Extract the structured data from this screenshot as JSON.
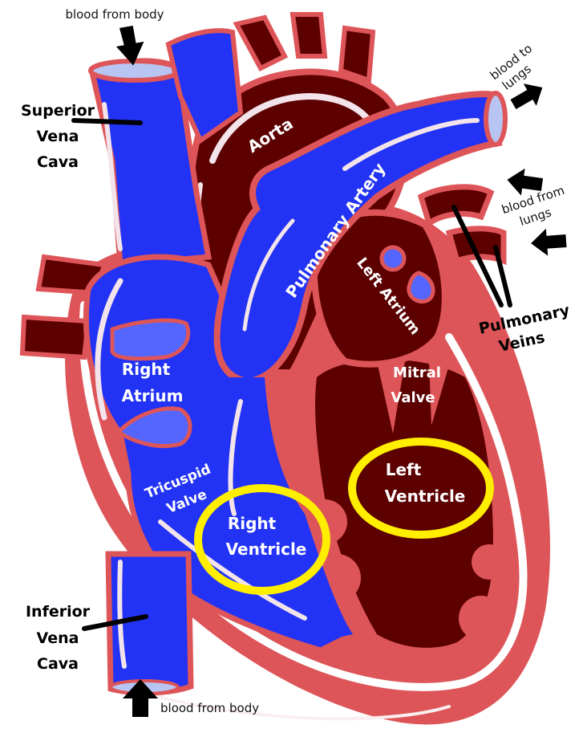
{
  "title": "Heart anatomy diagram",
  "colors": {
    "deoxygenated": "#2233f5",
    "oxygenated": "#5c0000",
    "muscle": "#dd5558",
    "highlight": "#f2e4ea",
    "valve_fill": "#5566ff",
    "vessel_opening": "#b8c4f2",
    "circle": "#ffee00",
    "arrow": "#000000"
  },
  "external_labels": {
    "superior_vena_cava": [
      "Superior",
      "Vena",
      "Cava"
    ],
    "inferior_vena_cava": [
      "Inferior",
      "Vena",
      "Cava"
    ],
    "pulmonary_veins": [
      "Pulmonary",
      "Veins"
    ]
  },
  "internal_labels": {
    "aorta": "Aorta",
    "pulmonary_artery": "Pulmonary Artery",
    "left_atrium": "Left Atrium",
    "right_atrium": [
      "Right",
      "Atrium"
    ],
    "mitral_valve": [
      "Mitral",
      "Valve"
    ],
    "tricuspid_valve": [
      "Tricuspid",
      "Valve"
    ],
    "right_ventricle": [
      "Right",
      "Ventricle"
    ],
    "left_ventricle": [
      "Left",
      "Ventricle"
    ]
  },
  "flow_notes": {
    "top_body": "blood from body",
    "bottom_body": "blood from body",
    "to_lungs": [
      "blood to",
      "lungs"
    ],
    "from_lungs": [
      "blood from",
      "lungs"
    ]
  },
  "highlighted_chambers": [
    "Right Ventricle",
    "Left Ventricle"
  ]
}
